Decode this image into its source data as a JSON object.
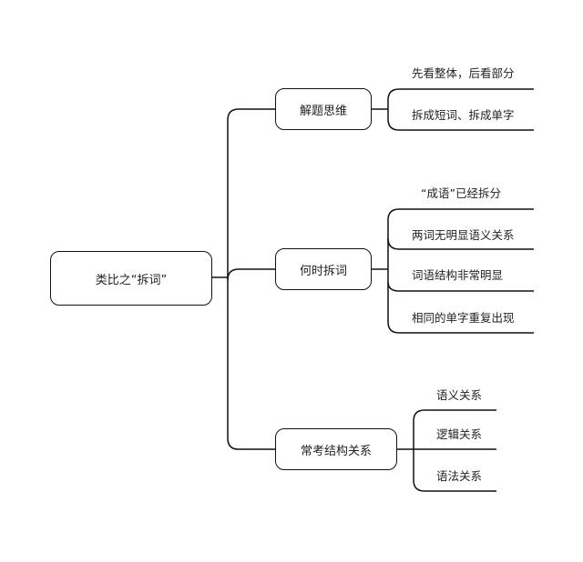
{
  "root": {
    "label": "类比之“拆词”"
  },
  "branches": [
    {
      "label": "解题思维",
      "leaves": [
        "先看整体，后看部分",
        "拆成短词、拆成单字"
      ]
    },
    {
      "label": "何时拆词",
      "leaves": [
        "“成语”已经拆分",
        "两词无明显语义关系",
        "词语结构非常明显",
        "相同的单字重复出现"
      ]
    },
    {
      "label": "常考结构关系",
      "leaves": [
        "语义关系",
        "逻辑关系",
        "语法关系"
      ]
    }
  ],
  "colors": {
    "line": "#111111",
    "text": "#222222",
    "background": "#ffffff"
  }
}
